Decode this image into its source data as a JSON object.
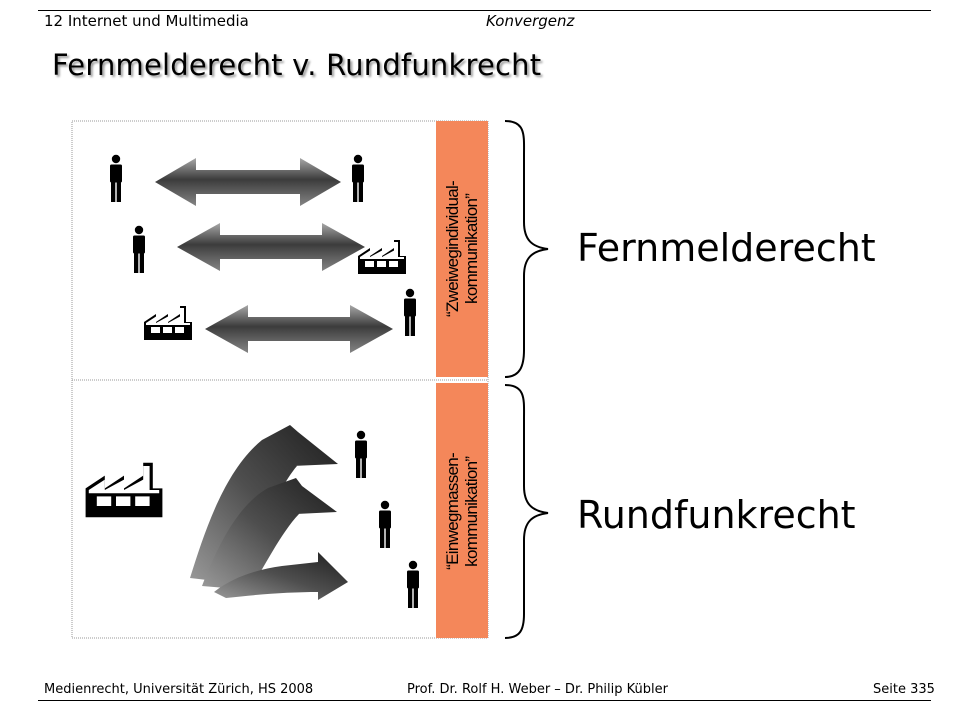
{
  "header": {
    "chapter": "12 Internet und Multimedia",
    "topic": "Konvergenz"
  },
  "slide": {
    "title": "Fernmelderecht v. Rundfunkrecht"
  },
  "diagram": {
    "bands": [
      {
        "text": "“Zweiwegindividual-\nkommunikation”",
        "color": "#f4875a"
      },
      {
        "text": "“Einwegmassen-\nkommunikation”",
        "color": "#f4875a"
      }
    ],
    "labels": {
      "top": "Fernmelderecht",
      "bottom": "Rundfunkrecht"
    },
    "icons": [
      "person-icon",
      "factory-icon",
      "double-arrow-icon",
      "curved-arrow-icon",
      "brace-icon"
    ]
  },
  "footer": {
    "left": "Medienrecht, Universität Zürich, HS 2008",
    "center": "Prof. Dr. Rolf H. Weber – Dr. Philip Kübler",
    "right": "Seite 335"
  }
}
